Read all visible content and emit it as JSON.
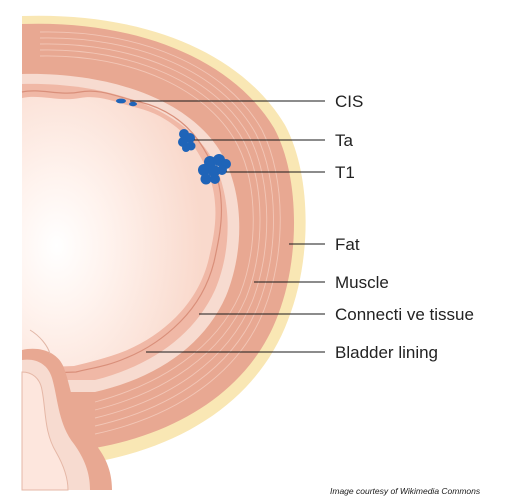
{
  "labels": {
    "cis": "CIS",
    "ta": "Ta",
    "t1": "T1",
    "fat": "Fat",
    "muscle": "Muscle",
    "connective": "Connecti ve tissue",
    "lining": "Bladder lining"
  },
  "credit": "Image courtesy of Wikimedia Commons",
  "colors": {
    "fat": "#f9e7b4",
    "muscle": "#e8a892",
    "muscle_fiber": "#f2c6b6",
    "connective": "#f7dbd0",
    "lining": "#f0b8a6",
    "lumen": "#fde6dd",
    "tumor": "#1f64b8",
    "tumor_dark": "#134a91"
  }
}
